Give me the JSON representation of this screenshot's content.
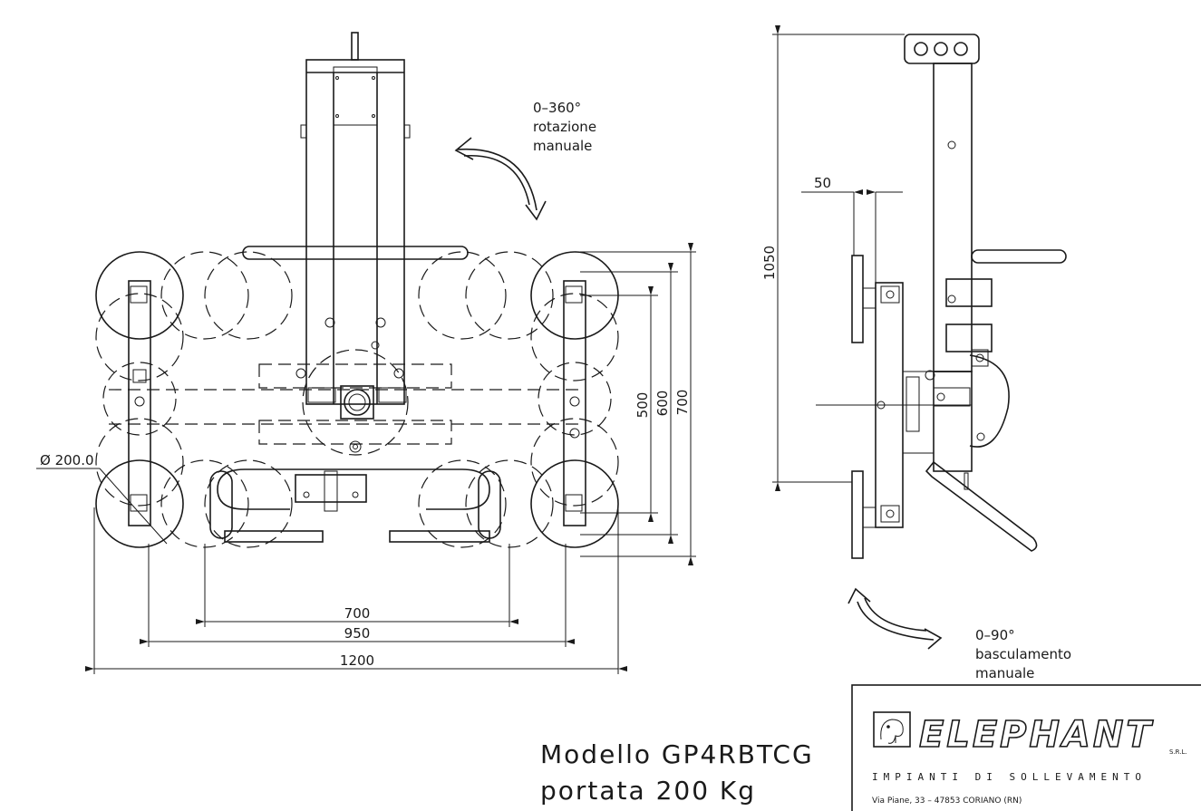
{
  "dimensions": {
    "width_700": "700",
    "width_950": "950",
    "width_1200": "1200",
    "height_500": "500",
    "height_600": "600",
    "height_700": "700",
    "height_1050": "1050",
    "offset_50": "50",
    "diameter": "Ø 200.0"
  },
  "notes": {
    "rotation_range": "0–360°",
    "rotation_line1": "rotazione",
    "rotation_line2": "manuale",
    "tilt_range": "0–90°",
    "tilt_line1": "basculamento",
    "tilt_line2": "manuale"
  },
  "model": {
    "line1": "Modello GP4RBTCG",
    "line2": "portata 200 Kg"
  },
  "titleblock": {
    "brand": "ELEPHANT",
    "suffix": "S.R.L.",
    "subtitle": "IMPIANTI DI SOLLEVAMENTO",
    "address": "Via Piane, 33  –  47853  CORIANO (RN)"
  }
}
